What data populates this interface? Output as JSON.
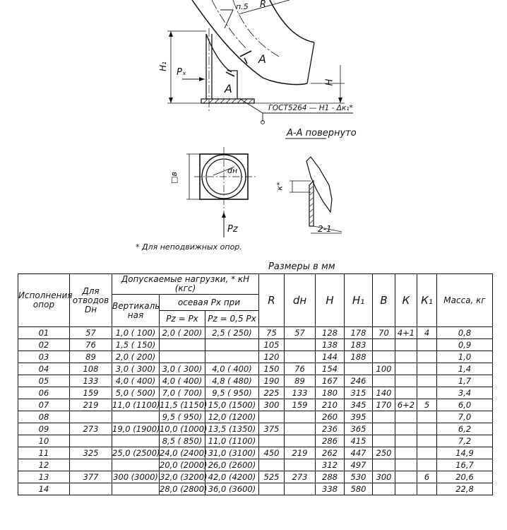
{
  "drawing": {
    "leader_mark": "п.5",
    "radius_mark": "R",
    "h1_label": "H₁",
    "px_label": "Pₓ",
    "section_a_top": "A",
    "section_a_bottom": "A",
    "h_label": "H",
    "standard_callout": "ГОСТ5264 — Н1 - Δк₁*",
    "section_title": "А-А повернуто",
    "square_b_label": "□в",
    "dn_circle_label": "dн",
    "pz_label": "Pz",
    "k_star_label": "к*",
    "slope_label": "2-1",
    "footnote": "* Для неподвижных опор."
  },
  "table": {
    "units_caption": "Размеры в мм",
    "headers": {
      "variant": "Исполнения опор",
      "dn": "Для отводов Dн",
      "loads": "Допускаемые нагрузки, * кН (кгс)",
      "vertical": "Вертикаль ная",
      "axial": "осевая Pх при",
      "pz_eq_px": "Pz = Pх",
      "pz_eq_half_px": "Pz = 0,5 Pх",
      "R": "R",
      "dH": "dн",
      "H": "H",
      "H1": "H₁",
      "B": "B",
      "K": "К",
      "K1": "К₁",
      "mass": "Масса, кг"
    },
    "rows": [
      {
        "variant": "01",
        "dn": "57",
        "vertical": "1,0 ( 100)",
        "axial1": "2,0 ( 200)",
        "axial2": "2,5 ( 250)",
        "R": "75",
        "dH": "57",
        "H": "128",
        "H1": "178",
        "B": "70",
        "K": "4+1",
        "K1": "4",
        "mass": "0,8"
      },
      {
        "variant": "02",
        "dn": "76",
        "vertical": "1,5 ( 150)",
        "axial1": "",
        "axial2": "",
        "R": "105",
        "dH": "",
        "H": "138",
        "H1": "183",
        "B": "",
        "K": "",
        "K1": "",
        "mass": "0,9"
      },
      {
        "variant": "03",
        "dn": "89",
        "vertical": "2,0 ( 200)",
        "axial1": "",
        "axial2": "",
        "R": "120",
        "dH": "",
        "H": "144",
        "H1": "188",
        "B": "",
        "K": "",
        "K1": "",
        "mass": "1,0"
      },
      {
        "variant": "04",
        "dn": "108",
        "vertical": "3,0 ( 300)",
        "axial1": "3,0 ( 300)",
        "axial2": "4,0 ( 400)",
        "R": "150",
        "dH": "76",
        "H": "154",
        "H1": "",
        "B": "100",
        "K": "",
        "K1": "",
        "mass": "1,4"
      },
      {
        "variant": "05",
        "dn": "133",
        "vertical": "4,0 ( 400)",
        "axial1": "4,0 ( 400)",
        "axial2": "4,8 ( 480)",
        "R": "190",
        "dH": "89",
        "H": "167",
        "H1": "246",
        "B": "",
        "K": "",
        "K1": "",
        "mass": "1,7"
      },
      {
        "variant": "06",
        "dn": "159",
        "vertical": "5,0 ( 500)",
        "axial1": "7,0 ( 700)",
        "axial2": "9,5 ( 950)",
        "R": "225",
        "dH": "133",
        "H": "180",
        "H1": "315",
        "B": "140",
        "K": "",
        "K1": "",
        "mass": "3,4"
      },
      {
        "variant": "07",
        "dn": "219",
        "vertical": "11,0 (1100)",
        "axial1": "11,5 (1150)",
        "axial2": "15,0 (1500)",
        "R": "300",
        "dH": "159",
        "H": "210",
        "H1": "345",
        "B": "170",
        "K": "6+2",
        "K1": "5",
        "mass": "6,0"
      },
      {
        "variant": "08",
        "dn": "",
        "vertical": "",
        "axial1": "9,5 ( 950)",
        "axial2": "12,0 (1200)",
        "R": "",
        "dH": "",
        "H": "260",
        "H1": "395",
        "B": "",
        "K": "",
        "K1": "",
        "mass": "7,0"
      },
      {
        "variant": "09",
        "dn": "273",
        "vertical": "19,0 (1900)",
        "axial1": "10,0 (1000)",
        "axial2": "13,5 (1350)",
        "R": "375",
        "dH": "",
        "H": "236",
        "H1": "365",
        "B": "",
        "K": "",
        "K1": "",
        "mass": "6,2"
      },
      {
        "variant": "10",
        "dn": "",
        "vertical": "",
        "axial1": "8,5 ( 850)",
        "axial2": "11,0 (1100)",
        "R": "",
        "dH": "",
        "H": "286",
        "H1": "415",
        "B": "",
        "K": "",
        "K1": "",
        "mass": "7,2"
      },
      {
        "variant": "11",
        "dn": "325",
        "vertical": "25,0 (2500)",
        "axial1": "24,0 (2400)",
        "axial2": "31,0 (3100)",
        "R": "450",
        "dH": "219",
        "H": "262",
        "H1": "447",
        "B": "250",
        "K": "",
        "K1": "",
        "mass": "14,9"
      },
      {
        "variant": "12",
        "dn": "",
        "vertical": "",
        "axial1": "20,0 (2000)",
        "axial2": "26,0 (2600)",
        "R": "",
        "dH": "",
        "H": "312",
        "H1": "497",
        "B": "",
        "K": "",
        "K1": "",
        "mass": "16,7"
      },
      {
        "variant": "13",
        "dn": "377",
        "vertical": "300 (3000)",
        "axial1": "32,0 (3200)",
        "axial2": "42,0 (4200)",
        "R": "525",
        "dH": "273",
        "H": "288",
        "H1": "530",
        "B": "300",
        "K": "",
        "K1": "6",
        "mass": "20,6"
      },
      {
        "variant": "14",
        "dn": "",
        "vertical": "",
        "axial1": "28,0 (2800)",
        "axial2": "36,0 (3600)",
        "R": "",
        "dH": "",
        "H": "338",
        "H1": "580",
        "B": "",
        "K": "",
        "K1": "",
        "mass": "22,8"
      }
    ]
  }
}
